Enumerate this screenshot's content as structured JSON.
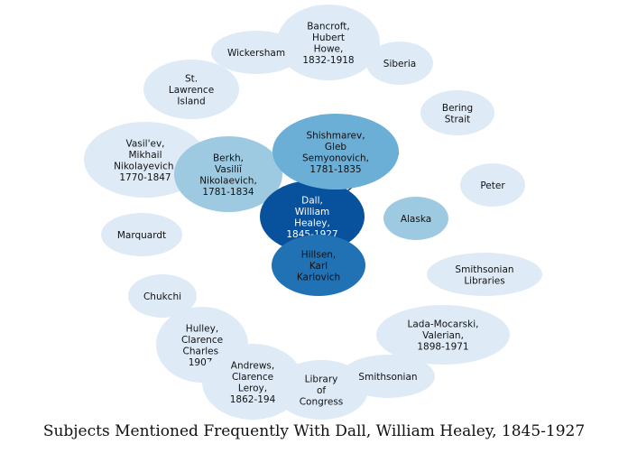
{
  "caption": "Subjects Mentioned Frequently With Dall, William Healey, 1845-1927",
  "colors": {
    "center": "#08519c",
    "strong": "#2171b5",
    "medium": "#6baed6",
    "light": "#9ecae1",
    "faint": "#deebf7",
    "edge": "#000000"
  },
  "center": {
    "id": "dall",
    "label": [
      "Dall,",
      "William",
      "Healey,",
      "1845-1927"
    ],
    "tone": "center"
  },
  "subjects": [
    {
      "id": "bancroft",
      "label": [
        "Bancroft,",
        "Hubert",
        "Howe,",
        "1832-1918"
      ],
      "tone": "faint"
    },
    {
      "id": "wickersham",
      "label": [
        "Wickersham"
      ],
      "tone": "faint"
    },
    {
      "id": "siberia",
      "label": [
        "Siberia"
      ],
      "tone": "faint"
    },
    {
      "id": "st-lawrence",
      "label": [
        "St.",
        "Lawrence",
        "Island"
      ],
      "tone": "faint"
    },
    {
      "id": "bering",
      "label": [
        "Bering",
        "Strait"
      ],
      "tone": "faint"
    },
    {
      "id": "vasilev",
      "label": [
        "Vasil'ev,",
        "Mikhail",
        "Nikolayevich,",
        "1770-1847"
      ],
      "tone": "faint"
    },
    {
      "id": "berkh",
      "label": [
        "Berkh,",
        "Vasiliĭ",
        "Nikolaevich,",
        "1781-1834"
      ],
      "tone": "light"
    },
    {
      "id": "shishmarev",
      "label": [
        "Shishmarev,",
        "Gleb",
        "Semyonovich,",
        "1781-1835"
      ],
      "tone": "medium"
    },
    {
      "id": "peter",
      "label": [
        "Peter"
      ],
      "tone": "faint"
    },
    {
      "id": "alaska",
      "label": [
        "Alaska"
      ],
      "tone": "light"
    },
    {
      "id": "marquardt",
      "label": [
        "Marquardt"
      ],
      "tone": "faint"
    },
    {
      "id": "smithsonian-libraries",
      "label": [
        "Smithsonian",
        "Libraries"
      ],
      "tone": "faint"
    },
    {
      "id": "hillsen",
      "label": [
        "Hillsen,",
        "Karl",
        "Karlovich"
      ],
      "tone": "strong"
    },
    {
      "id": "chukchi",
      "label": [
        "Chukchi"
      ],
      "tone": "faint"
    },
    {
      "id": "lada-mocarski",
      "label": [
        "Lada-Mocarski,",
        "Valerian,",
        "1898-1971"
      ],
      "tone": "faint"
    },
    {
      "id": "hulley",
      "label": [
        "Hulley,",
        "Clarence",
        "Charles,",
        "1907-"
      ],
      "tone": "faint"
    },
    {
      "id": "andrews",
      "label": [
        "Andrews,",
        "Clarence",
        "Leroy,",
        "1862-194"
      ],
      "tone": "faint"
    },
    {
      "id": "library-of-congress",
      "label": [
        "Library",
        "of",
        "Congress"
      ],
      "tone": "faint"
    },
    {
      "id": "smithsonian",
      "label": [
        "Smithsonian"
      ],
      "tone": "faint"
    }
  ]
}
